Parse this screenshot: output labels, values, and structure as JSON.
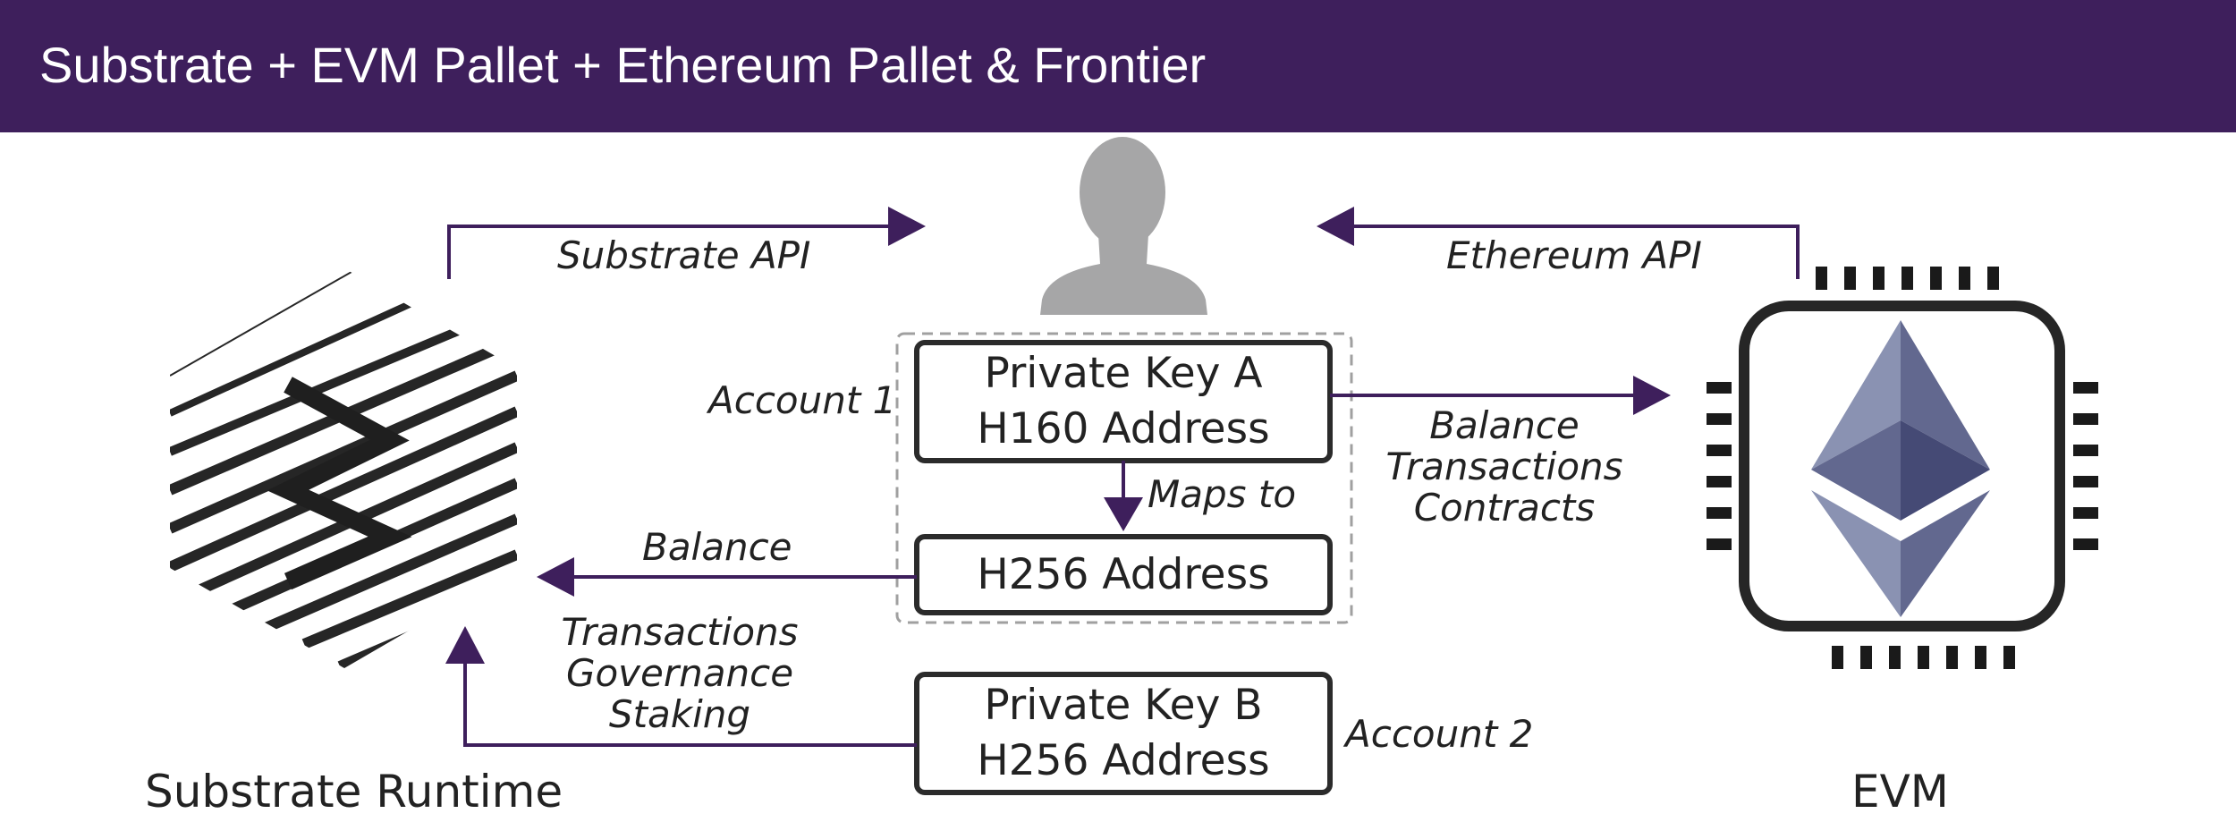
{
  "header": {
    "title": "Substrate + EVM Pallet + Ethereum Pallet & Frontier"
  },
  "labels": {
    "substrate_api": "Substrate API",
    "ethereum_api": "Ethereum API",
    "account1": "Account 1",
    "account2": "Account 2",
    "maps_to": "Maps to",
    "balance_left": "Balance",
    "left_list": [
      "Transactions",
      "Governance",
      "Staking"
    ],
    "right_list": [
      "Balance",
      "Transactions",
      "Contracts"
    ],
    "substrate_runtime": "Substrate Runtime",
    "evm": "EVM"
  },
  "boxes": {
    "key_a": [
      "Private Key A",
      "H160 Address"
    ],
    "h256": "H256 Address",
    "key_b": [
      "Private Key B",
      "H256 Address"
    ]
  },
  "colors": {
    "header": "#3e1f5c",
    "arrow": "#3e1f5c",
    "box_border": "#2b2b2b",
    "user_icon": "#a6a6a7",
    "eth_light": "#8a92b2",
    "eth_mid": "#62688f",
    "eth_dark": "#454a75"
  },
  "icons": {
    "user": "user-icon",
    "substrate": "substrate-logo-icon",
    "evm": "evm-chip-icon"
  }
}
